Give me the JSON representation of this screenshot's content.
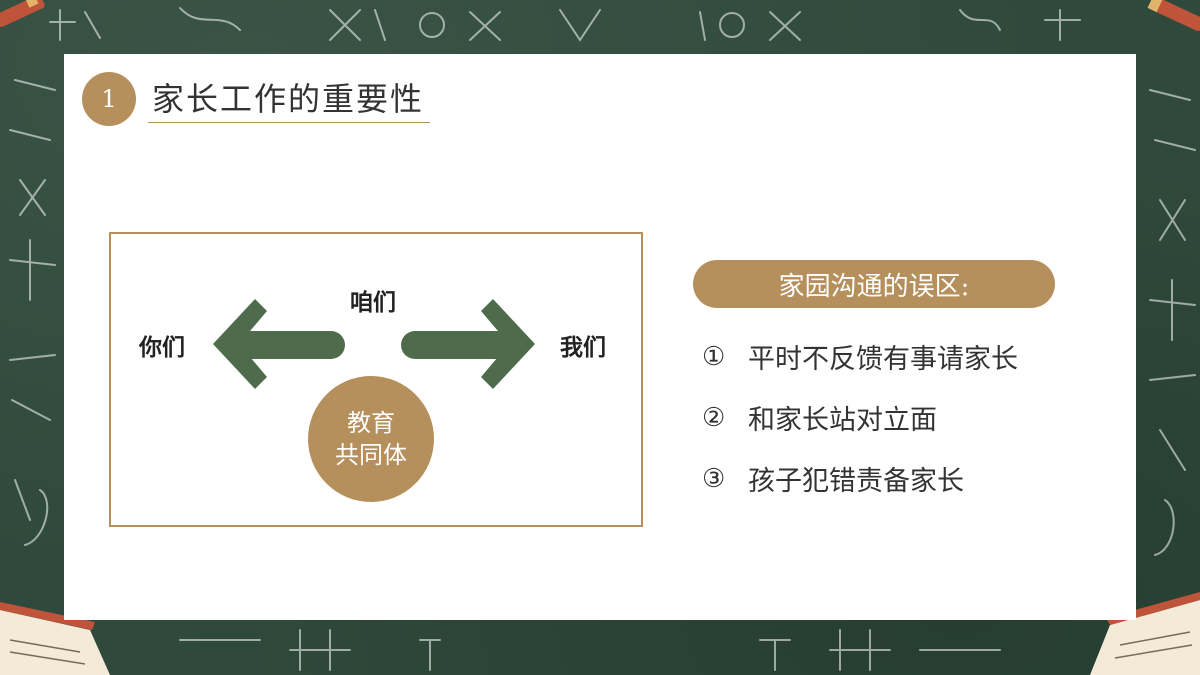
{
  "section": {
    "number": "1",
    "title": "家长工作的重要性"
  },
  "diagram": {
    "left_label": "你们",
    "top_label": "咱们",
    "right_label": "我们",
    "center_line1": "教育",
    "center_line2": "共同体"
  },
  "misconceptions": {
    "heading": "家园沟通的误区:",
    "items": [
      {
        "marker": "①",
        "text": "平时不反馈有事请家长"
      },
      {
        "marker": "②",
        "text": "和家长站对立面"
      },
      {
        "marker": "③",
        "text": "孩子犯错责备家长"
      }
    ]
  },
  "colors": {
    "chalkboard": "#2f4a3c",
    "accent_gold": "#b58f5c",
    "arrow_green": "#4e6b4c"
  },
  "icons": {
    "left_arrow": "arrow-left-icon",
    "right_arrow": "arrow-right-icon"
  }
}
